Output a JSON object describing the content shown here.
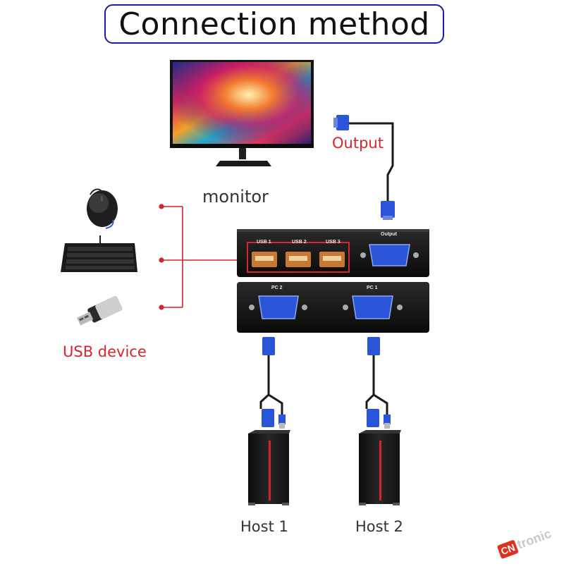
{
  "title": "Connection method",
  "labels": {
    "output": "Output",
    "monitor": "monitor",
    "usb_device": "USB device",
    "host1": "Host 1",
    "host2": "Host 2"
  },
  "switch": {
    "top_ports": [
      "USB 1",
      "USB 2",
      "USB 3",
      "Output"
    ],
    "bottom_ports": [
      "PC 2",
      "PC 1"
    ]
  },
  "logo": {
    "badge": "CN",
    "text": "tronic"
  },
  "colors": {
    "accent_red": "#d8242b",
    "title_border": "#1a1aa8",
    "vga_blue": "#2a55d8",
    "usb_orange": "#c87830"
  }
}
